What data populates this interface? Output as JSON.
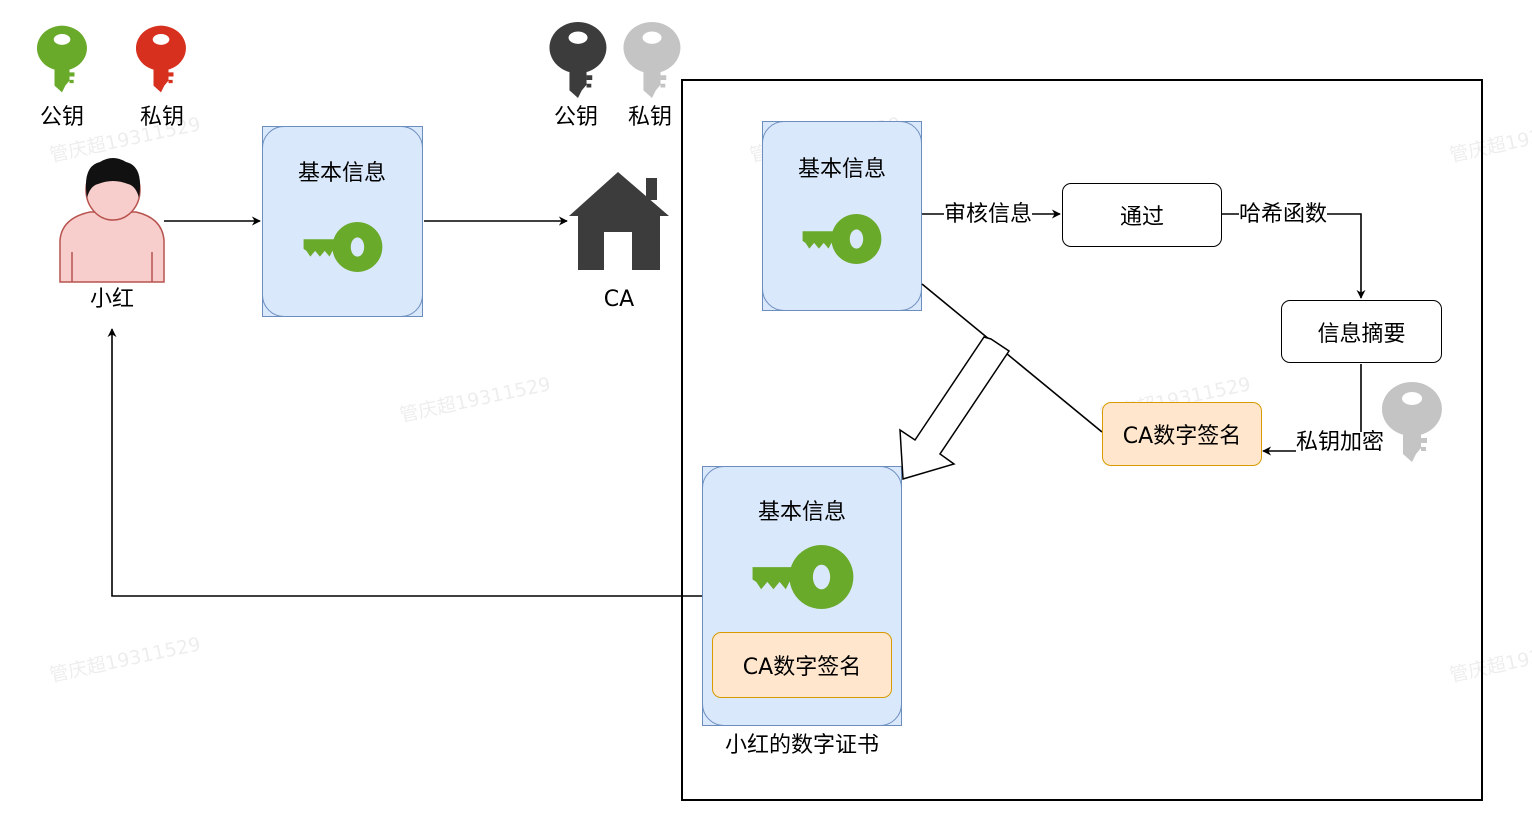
{
  "legend_user": {
    "public_key_label": "公钥",
    "private_key_label": "私钥"
  },
  "legend_ca": {
    "public_key_label": "公钥",
    "private_key_label": "私钥"
  },
  "user": {
    "name": "小红"
  },
  "ca": {
    "name": "CA"
  },
  "info_box_left": {
    "title": "基本信息"
  },
  "info_box_ca": {
    "title": "基本信息"
  },
  "certificate": {
    "title": "基本信息",
    "signature_label": "CA数字签名",
    "caption": "小红的数字证书"
  },
  "flow": {
    "review_label": "审核信息",
    "pass_box": "通过",
    "hash_label": "哈希函数",
    "digest_box": "信息摘要",
    "encrypt_label": "私钥加密",
    "signature_box": "CA数字签名"
  },
  "watermark": "管庆超19311529",
  "colors": {
    "user_public_key": "#6aaa2a",
    "user_private_key": "#d7301f",
    "ca_public_key": "#3c3c3c",
    "ca_private_key": "#c4c4c4",
    "info_fill": "#dae8fc",
    "info_stroke": "#6c8ebf",
    "signature_fill": "#ffe6cc",
    "signature_stroke": "#d79b00",
    "person_fill": "#f8cecc",
    "person_stroke": "#b85450"
  }
}
